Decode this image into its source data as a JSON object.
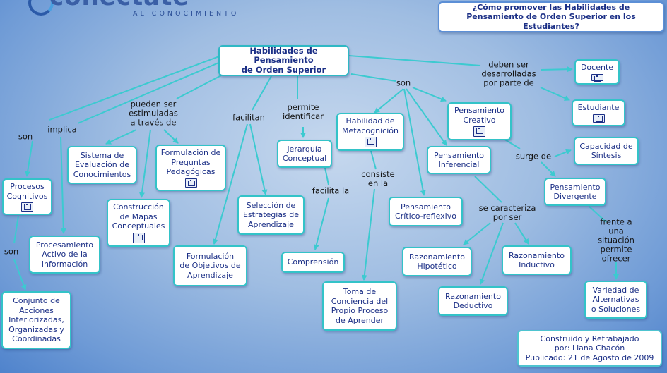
{
  "logo": {
    "wordmark": "conectate",
    "tagline": "AL CONOCIMIENTO"
  },
  "nodes": {
    "title": "¿Cómo promover las Habilidades de\nPensamiento de Orden Superior en los Estudiantes?",
    "main": "Habilidades de Pensamiento\nde Orden Superior",
    "docente": "Docente",
    "estudiante": "Estudiante",
    "creativo": "Pensamiento\nCreativo",
    "metacognicion": "Habilidad de\nMetacognición",
    "jerarquia": "Jerarquía\nConceptual",
    "formulacion_preguntas": "Formulación de\nPreguntas\nPedagógicas",
    "sistema_evaluacion": "Sistema de\nEvaluación de\nConocimientos",
    "inferencial": "Pensamiento\nInferencial",
    "sintesis": "Capacidad de\nSíntesis",
    "procesos": "Procesos\nCognitivos",
    "divergente": "Pensamiento\nDivergente",
    "mapas": "Construcción\nde Mapas\nConceptuales",
    "seleccion": "Selección de\nEstrategias de\nAprendizaje",
    "critico": "Pensamiento\nCrítico-reflexivo",
    "procesamiento": "Procesamiento\nActivo de la\nInformación",
    "formulacion_objetivos": "Formulación\nde Objetivos de\nAprendizaje",
    "comprension": "Comprensión",
    "hipotetico": "Razonamiento\nHipotético",
    "inductivo": "Razonamiento\nInductivo",
    "variedad": "Variedad de\nAlternativas\no Soluciones",
    "toma": "Toma de\nConciencia del\nPropio Proceso\nde Aprender",
    "deductivo": "Razonamiento\nDeductivo",
    "conjunto": "Conjunto de\nAcciones\nInteriorizadas,\nOrganizadas y\nCoordinadas",
    "credits": "Construido y Retrabajado\npor: Liana Chacón\nPublicado: 21 de Agosto de 2009"
  },
  "labels": {
    "deben": "deben ser\ndesarrolladas\npor parte de",
    "son_top": "son",
    "pueden": "pueden ser\nestimuladas\na través de",
    "permite": "permite\nidentificar",
    "facilitan": "facilitan",
    "implica": "implica",
    "son_left": "son",
    "surge": "surge de",
    "consiste": "consiste\nen la",
    "facilita": "facilita la",
    "caracteriza": "se caracteriza\npor ser",
    "son_low": "son",
    "frente": "frente a\nuna situación\npermite\nofrecer"
  },
  "resource_icon": "hierarchy-resource-icon",
  "colors": {
    "line": "#3ccad0",
    "node_border": "#33c3c8",
    "text": "#1b2f86",
    "background": "#8fb2df"
  }
}
